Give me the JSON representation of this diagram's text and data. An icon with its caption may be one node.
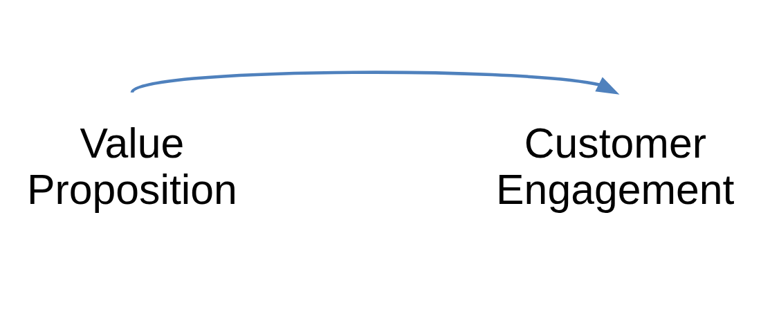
{
  "diagram": {
    "nodes": [
      {
        "text": [
          "Value Proposition"
        ]
      },
      {
        "text": [
          "Customer Engagement"
        ]
      }
    ],
    "edges": [
      {
        "from": 0,
        "to": 1,
        "arrow": "to",
        "color": "#4f81bd"
      }
    ]
  }
}
